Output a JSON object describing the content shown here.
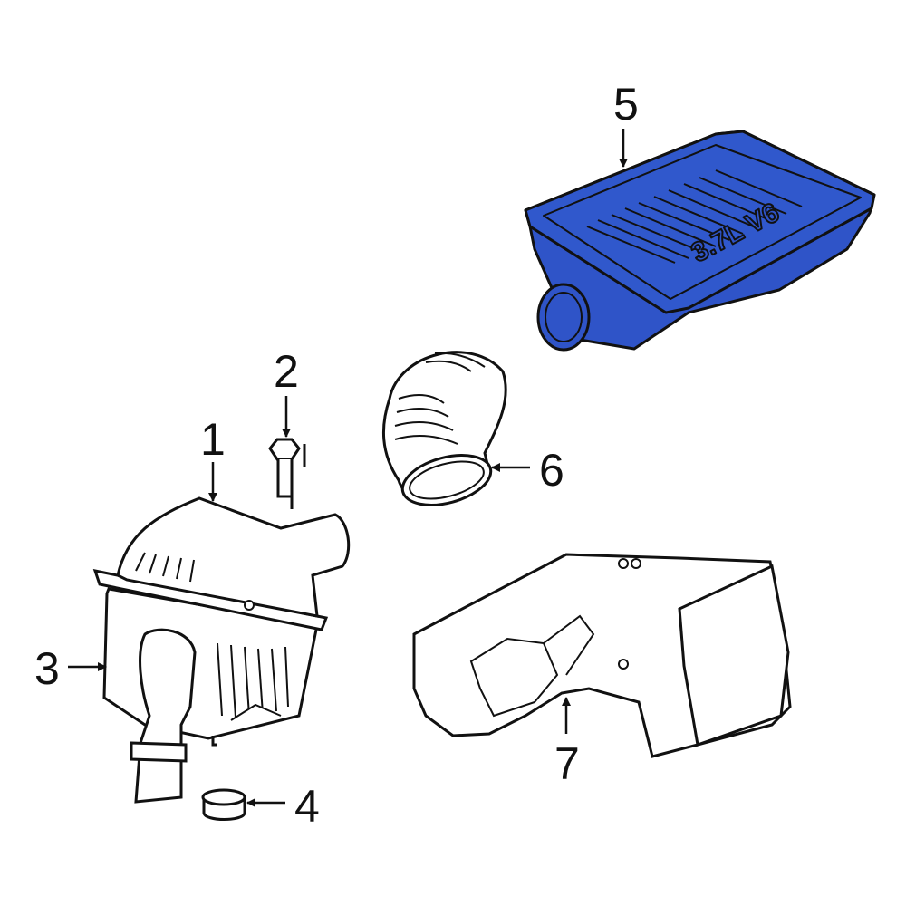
{
  "diagram": {
    "type": "exploded parts diagram",
    "background": "#ffffff",
    "highlight_color": "#2f54c8",
    "line_color": "#111111",
    "parts": [
      {
        "number": "1",
        "name": "Air cleaner housing cover",
        "highlighted": false
      },
      {
        "number": "2",
        "name": "Bolt",
        "highlighted": false
      },
      {
        "number": "3",
        "name": "Air cleaner housing",
        "highlighted": false
      },
      {
        "number": "4",
        "name": "Cap / grommet",
        "highlighted": false
      },
      {
        "number": "5",
        "name": "Engine cover / resonator",
        "highlighted": true,
        "embossed_text": "3.7L V6"
      },
      {
        "number": "6",
        "name": "Air intake hose",
        "highlighted": false
      },
      {
        "number": "7",
        "name": "Air duct / shield",
        "highlighted": false
      }
    ]
  },
  "labels": {
    "p1": "1",
    "p2": "2",
    "p3": "3",
    "p4": "4",
    "p5": "5",
    "p6": "6",
    "p7": "7",
    "emboss": "3.7L V6"
  }
}
